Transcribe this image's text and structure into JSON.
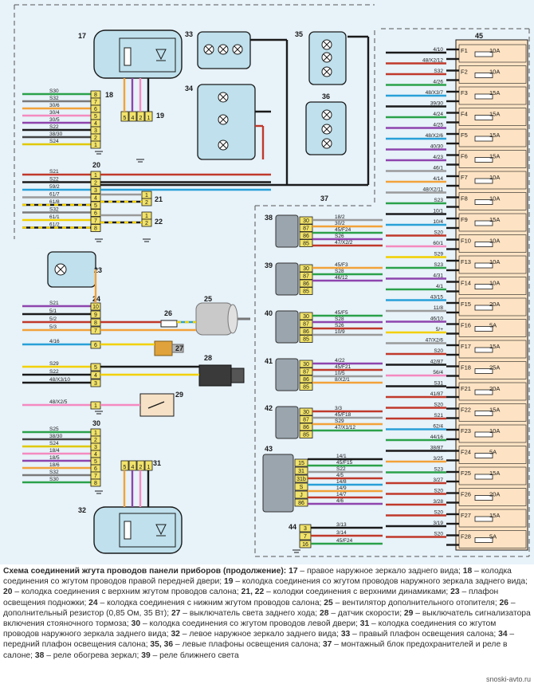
{
  "frame": {
    "bg": "#e7f2f9",
    "outline": "#1a1a1a",
    "dashes": "#555555"
  },
  "components": [
    {
      "id": "17",
      "label": "17"
    },
    {
      "id": "18",
      "label": "18"
    },
    {
      "id": "19",
      "label": "19"
    },
    {
      "id": "20",
      "label": "20"
    },
    {
      "id": "21",
      "label": "21"
    },
    {
      "id": "22",
      "label": "22"
    },
    {
      "id": "23",
      "label": "23"
    },
    {
      "id": "24",
      "label": "24"
    },
    {
      "id": "25",
      "label": "25"
    },
    {
      "id": "26",
      "label": "26"
    },
    {
      "id": "27",
      "label": "27"
    },
    {
      "id": "28",
      "label": "28"
    },
    {
      "id": "29",
      "label": "29"
    },
    {
      "id": "30",
      "label": "30"
    },
    {
      "id": "31",
      "label": "31"
    },
    {
      "id": "32",
      "label": "32"
    },
    {
      "id": "33",
      "label": "33"
    },
    {
      "id": "34",
      "label": "34"
    },
    {
      "id": "35",
      "label": "35"
    },
    {
      "id": "36",
      "label": "36"
    },
    {
      "id": "37",
      "label": "37"
    },
    {
      "id": "38",
      "label": "38"
    },
    {
      "id": "39",
      "label": "39"
    },
    {
      "id": "40",
      "label": "40"
    },
    {
      "id": "41",
      "label": "41"
    },
    {
      "id": "42",
      "label": "42"
    },
    {
      "id": "43",
      "label": "43"
    },
    {
      "id": "44",
      "label": "44"
    },
    {
      "id": "45",
      "label": "45"
    }
  ],
  "left_wires": [
    {
      "label": "S30",
      "color": "#2ba14a",
      "pin": "8"
    },
    {
      "label": "S32",
      "color": "#7a7a7a",
      "pin": "7"
    },
    {
      "label": "30/6",
      "color": "#f2a23a",
      "pin": "6"
    },
    {
      "label": "30/4",
      "color": "#f48ac0",
      "pin": "5"
    },
    {
      "label": "30/5",
      "color": "#8e44ad",
      "pin": "4"
    },
    {
      "label": "S22",
      "color": "#1a1a1a",
      "pin": "3"
    },
    {
      "label": "38/30",
      "color": "#444444",
      "pin": "2"
    },
    {
      "label": "S24",
      "color": "#e0c800",
      "pin": "1"
    }
  ],
  "block20": [
    {
      "label": "S21",
      "color": "#c0392b",
      "pin": "1"
    },
    {
      "label": "S22",
      "color": "#1a1a1a",
      "pin": "2"
    },
    {
      "label": "59/2",
      "color": "#29a0d8",
      "pin": "3"
    },
    {
      "label": "61/7",
      "color": "#9a9a9a",
      "pin": "4"
    },
    {
      "label": "61/8",
      "color": "#1a1a1a",
      "pin": "5"
    },
    {
      "label": "S32",
      "color": "#7a7a7a",
      "pin": "6"
    },
    {
      "label": "61/1",
      "color": "#f2d000",
      "pin": "7"
    },
    {
      "label": "61/2",
      "color": "#1a1a1a",
      "pin": "8"
    }
  ],
  "block24": [
    {
      "label": "S21",
      "color": "#8e44ad",
      "pin": "10"
    },
    {
      "label": "5/1",
      "color": "#1a1a1a",
      "pin": "9"
    },
    {
      "label": "5/2",
      "color": "#c0392b",
      "pin": "8"
    },
    {
      "label": "5/3",
      "color": "#f2a23a",
      "pin": "7"
    },
    {
      "label": "4/16",
      "color": "#29a0d8",
      "pin": "6"
    },
    {
      "label": "S29",
      "color": "#f2d000",
      "pin": "5"
    },
    {
      "label": "S22",
      "color": "#1a1a1a",
      "pin": "4"
    },
    {
      "label": "48/X3/10",
      "color": "#1a1a1a",
      "pin": "3"
    },
    {
      "label": "48/X2/5",
      "color": "#f48ac0",
      "pin": "1"
    }
  ],
  "block30": [
    {
      "label": "S25",
      "color": "#2ba14a",
      "pin": "1"
    },
    {
      "label": "38/30",
      "color": "#444444",
      "pin": "2"
    },
    {
      "label": "S24",
      "color": "#e0c800",
      "pin": "3"
    },
    {
      "label": "18/4",
      "color": "#f48ac0",
      "pin": "4"
    },
    {
      "label": "18/5",
      "color": "#8e44ad",
      "pin": "5"
    },
    {
      "label": "18/6",
      "color": "#f2a23a",
      "pin": "6"
    },
    {
      "label": "S32",
      "color": "#7a7a7a",
      "pin": "7"
    },
    {
      "label": "S30",
      "color": "#2ba14a",
      "pin": "8"
    }
  ],
  "mirror_pins": [
    "5",
    "4",
    "2",
    "1"
  ],
  "connector_small": [
    "1",
    "2"
  ],
  "relays": [
    {
      "id": "38",
      "pins": [
        "30",
        "87",
        "86",
        "85"
      ],
      "wires": [
        "18/2",
        "30/2",
        "45/F24",
        "S26",
        "47/X2/2"
      ]
    },
    {
      "id": "39",
      "pins": [
        "30",
        "87",
        "86",
        "85"
      ],
      "wires": [
        "45/F3",
        "S28",
        "46/12"
      ]
    },
    {
      "id": "40",
      "pins": [
        "30",
        "87",
        "86",
        "85"
      ],
      "wires": [
        "45/F5",
        "S28",
        "S26",
        "10/9"
      ]
    },
    {
      "id": "41",
      "pins": [
        "30",
        "87",
        "86",
        "85"
      ],
      "wires": [
        "4/22",
        "45/F21",
        "10/5",
        "8/X2/1"
      ]
    },
    {
      "id": "42",
      "pins": [
        "30",
        "87",
        "86",
        "85"
      ],
      "wires": [
        "3/3",
        "45/F18",
        "S29",
        "47/X1/12"
      ]
    }
  ],
  "relay43": {
    "pins": [
      "15",
      "31",
      "31b",
      "S",
      "J",
      "86"
    ],
    "wires": [
      "14/1",
      "45/F15",
      "S22",
      "4/5",
      "14/8",
      "14/9",
      "14/7",
      "4/6"
    ]
  },
  "relay44": {
    "pins": [
      "3",
      "7",
      "16"
    ],
    "wires": [
      "3/13",
      "3/14",
      "45/F24"
    ]
  },
  "resistor_labels": {
    "r26": "26"
  },
  "fuses": [
    {
      "name": "F1",
      "rating": "10A"
    },
    {
      "name": "F2",
      "rating": "10A"
    },
    {
      "name": "F3",
      "rating": "15A"
    },
    {
      "name": "F4",
      "rating": "15A"
    },
    {
      "name": "F5",
      "rating": "15A"
    },
    {
      "name": "F6",
      "rating": "15A"
    },
    {
      "name": "F7",
      "rating": "10A"
    },
    {
      "name": "F8",
      "rating": "10A"
    },
    {
      "name": "F9",
      "rating": "15A"
    },
    {
      "name": "F10",
      "rating": "10A"
    },
    {
      "name": "F13",
      "rating": "10A"
    },
    {
      "name": "F14",
      "rating": "10A"
    },
    {
      "name": "F15",
      "rating": "20A"
    },
    {
      "name": "F16",
      "rating": "5A"
    },
    {
      "name": "F17",
      "rating": "15A"
    },
    {
      "name": "F18",
      "rating": "25A"
    },
    {
      "name": "F21",
      "rating": "20A"
    },
    {
      "name": "F22",
      "rating": "15A"
    },
    {
      "name": "F23",
      "rating": "10A"
    },
    {
      "name": "F24",
      "rating": "5A"
    },
    {
      "name": "F25",
      "rating": "15A"
    },
    {
      "name": "F26",
      "rating": "20A"
    },
    {
      "name": "F27",
      "rating": "15A"
    },
    {
      "name": "F28",
      "rating": "5A"
    }
  ],
  "fuse_wires": [
    {
      "label": "4/10",
      "color": "#1a1a1a"
    },
    {
      "label": "48/X2/12",
      "color": "#c0392b"
    },
    {
      "label": "S32",
      "color": "#c0392b"
    },
    {
      "label": "4/26",
      "color": "#2ba14a"
    },
    {
      "label": "48/X3/7",
      "color": "#29a0d8"
    },
    {
      "label": "39/30",
      "color": "#1a1a1a"
    },
    {
      "label": "4/24",
      "color": "#2ba14a"
    },
    {
      "label": "4/25",
      "color": "#8e44ad"
    },
    {
      "label": "48/X2/6",
      "color": "#29a0d8"
    },
    {
      "label": "40/30",
      "color": "#8e44ad"
    },
    {
      "label": "4/23",
      "color": "#8e44ad"
    },
    {
      "label": "46/1",
      "color": "#9a9a9a"
    },
    {
      "label": "4/14",
      "color": "#f2a23a"
    },
    {
      "label": "48/X2/11",
      "color": "#9a9a9a"
    },
    {
      "label": "S23",
      "color": "#2ba14a"
    },
    {
      "label": "10/1",
      "color": "#1a1a1a"
    },
    {
      "label": "10/4",
      "color": "#29a0d8"
    },
    {
      "label": "S20",
      "color": "#c0392b"
    },
    {
      "label": "60/1",
      "color": "#f48ac0"
    },
    {
      "label": "S29",
      "color": "#f2d000"
    },
    {
      "label": "S23",
      "color": "#2ba14a"
    },
    {
      "label": "4/31",
      "color": "#8e44ad"
    },
    {
      "label": "4/1",
      "color": "#2ba14a"
    },
    {
      "label": "43/15",
      "color": "#29a0d8"
    },
    {
      "label": "11/8",
      "color": "#9a9a9a"
    },
    {
      "label": "46/10",
      "color": "#8e44ad"
    },
    {
      "label": "5/+",
      "color": "#f2d000"
    },
    {
      "label": "47/X2/6",
      "color": "#9a9a9a"
    },
    {
      "label": "S20",
      "color": "#c0392b"
    },
    {
      "label": "42/87",
      "color": "#1a1a1a"
    },
    {
      "label": "56/4",
      "color": "#f48ac0"
    },
    {
      "label": "S31",
      "color": "#1a1a1a"
    },
    {
      "label": "41/87",
      "color": "#c0392b"
    },
    {
      "label": "S20",
      "color": "#c0392b"
    },
    {
      "label": "S21",
      "color": "#c0392b"
    },
    {
      "label": "62/4",
      "color": "#29a0d8"
    },
    {
      "label": "44/16",
      "color": "#2ba14a"
    },
    {
      "label": "38/87",
      "color": "#1a1a1a"
    },
    {
      "label": "3/25",
      "color": "#f2a23a"
    },
    {
      "label": "S23",
      "color": "#2ba14a"
    },
    {
      "label": "3/27",
      "color": "#c0392b"
    },
    {
      "label": "S20",
      "color": "#c0392b"
    },
    {
      "label": "3/28",
      "color": "#c0392b"
    },
    {
      "label": "S20",
      "color": "#c0392b"
    },
    {
      "label": "3/19",
      "color": "#1a1a1a"
    },
    {
      "label": "S20",
      "color": "#c0392b"
    }
  ],
  "caption": {
    "lead": "Схема соединений жгута проводов панели приборов (продолжение):",
    "parts": [
      {
        "n": "17",
        "t": " – правое наружное зеркало заднего вида; "
      },
      {
        "n": "18",
        "t": " – колодка соединения со жгутом проводов правой передней двери; "
      },
      {
        "n": "19",
        "t": " – колодка соединения со жгутом проводов наружного зеркала заднего вида; "
      },
      {
        "n": "20",
        "t": " – колодка соединения с верхним жгутом проводов салона; "
      },
      {
        "n": "21, 22",
        "t": " – колодки соединения с верхними динамиками; "
      },
      {
        "n": "23",
        "t": " – плафон освещения подножки; "
      },
      {
        "n": "24",
        "t": " – колодка соединения с нижним жгутом проводов салона; "
      },
      {
        "n": "25",
        "t": " – вентилятор дополнительного отопителя; "
      },
      {
        "n": "26",
        "t": " – дополнительный резистор (0,85 Ом, 35 Вт); "
      },
      {
        "n": "27",
        "t": " – выключатель света заднего хода; "
      },
      {
        "n": "28",
        "t": " – датчик скорости; "
      },
      {
        "n": "29",
        "t": " – выключатель сигнализатора включения стояночного тормоза; "
      },
      {
        "n": "30",
        "t": " – колодка соединения со жгутом проводов левой двери; "
      },
      {
        "n": "31",
        "t": " – колодка соединения со жгутом проводов наружного зеркала заднего вида; "
      },
      {
        "n": "32",
        "t": " – левое наружное зеркало заднего вида; "
      },
      {
        "n": "33",
        "t": " – правый плафон освещения салона; "
      },
      {
        "n": "34",
        "t": " – передний плафон освещения салона; "
      },
      {
        "n": "35, 36",
        "t": " – левые плафоны освещения салона; "
      },
      {
        "n": "37",
        "t": " – монтажный блок предохранителей и реле в салоне; "
      },
      {
        "n": "38",
        "t": " – реле обогрева зеркал; "
      },
      {
        "n": "39",
        "t": " – реле ближнего света"
      }
    ]
  },
  "watermark": "snoski-avto.ru"
}
